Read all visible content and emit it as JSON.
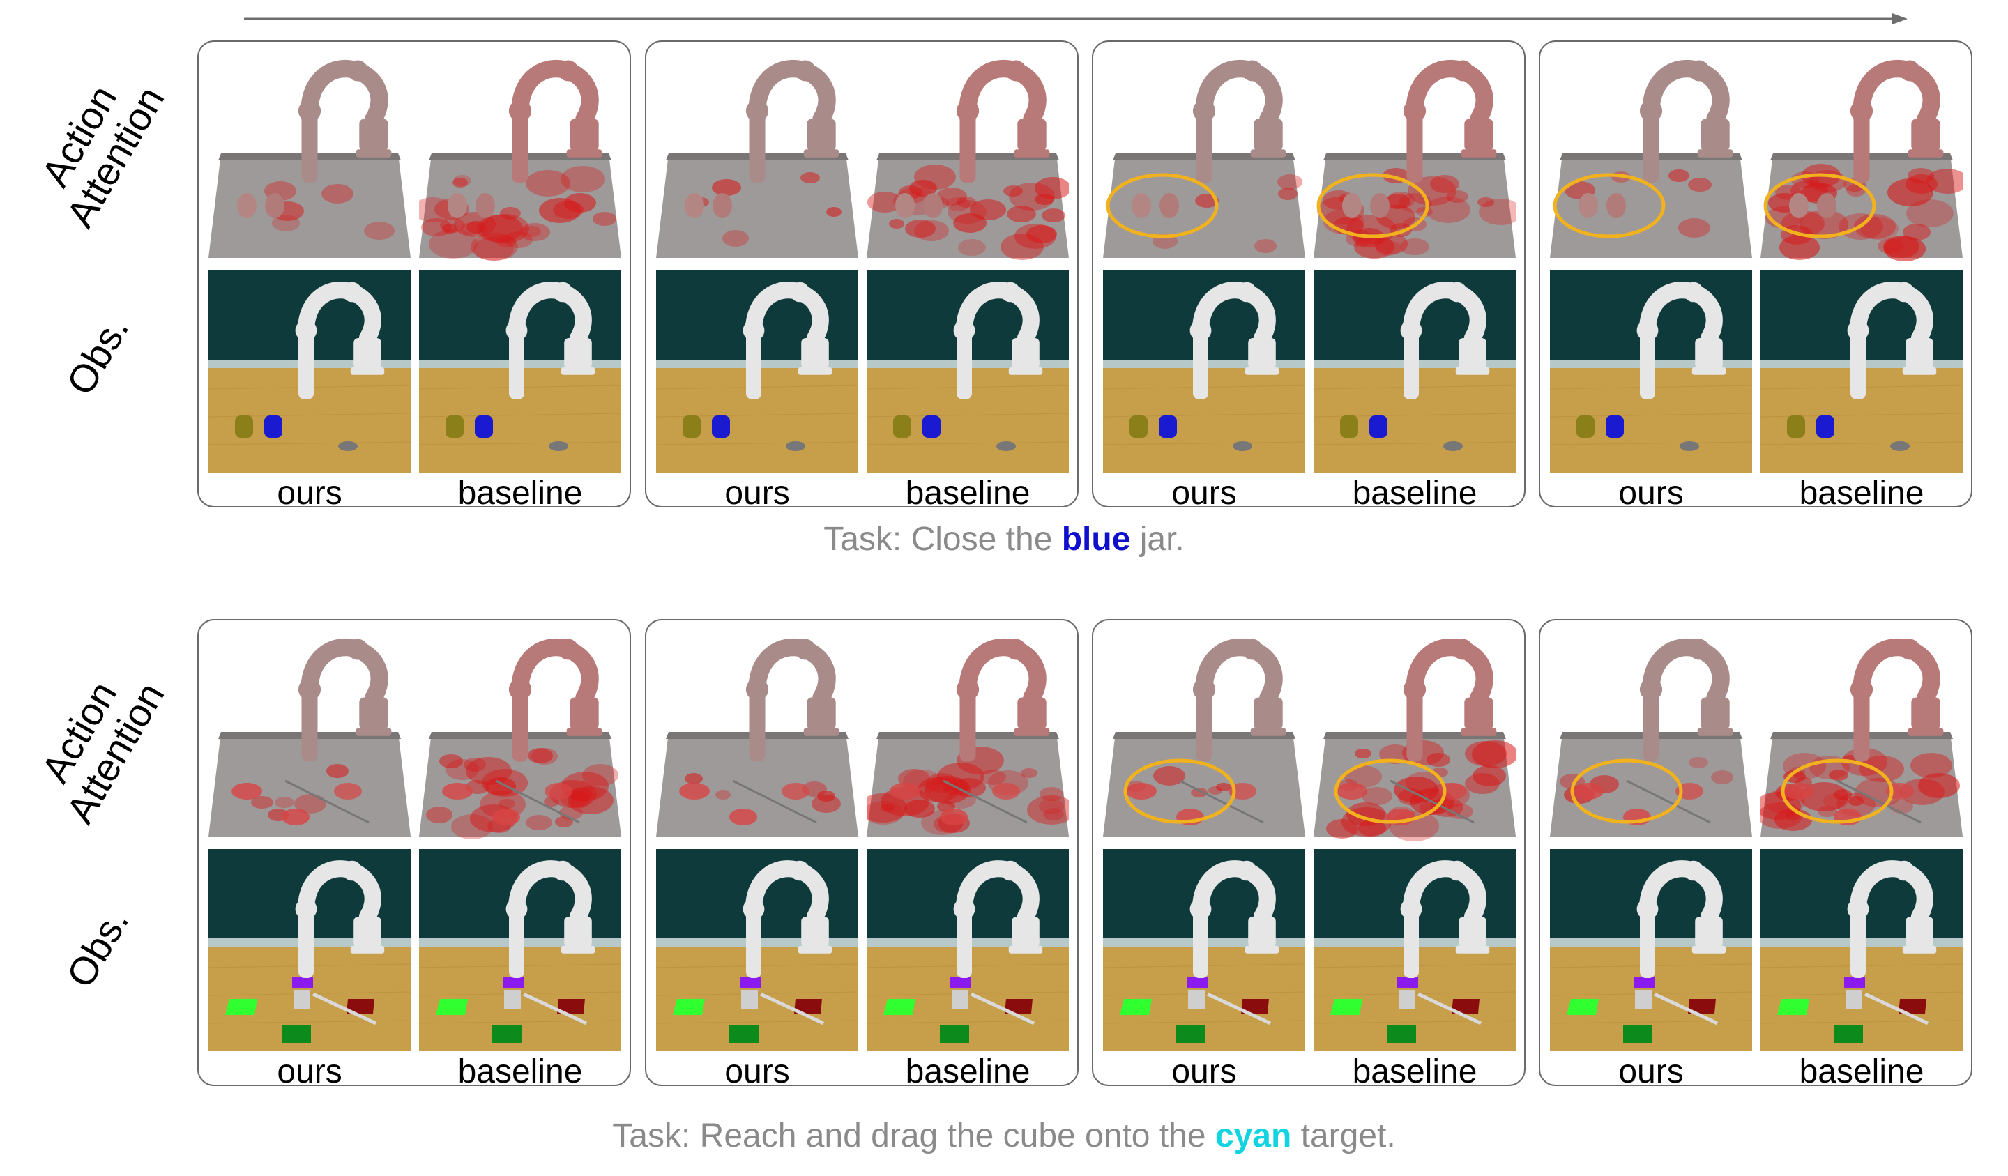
{
  "row_labels": {
    "attention": "Action\nAttention",
    "observation": "Obs."
  },
  "method_labels": {
    "ours": "ours",
    "baseline": "baseline"
  },
  "tasks": [
    {
      "prefix": "Task: Close the ",
      "highlight": "blue",
      "suffix": " jar.",
      "highlight_color": "#1010cc"
    },
    {
      "prefix": "Task: Reach and drag the cube onto the ",
      "highlight": "cyan",
      "suffix": " target.",
      "highlight_color": "#12d4e0"
    }
  ],
  "colors": {
    "panel_border": "#6a6a6a",
    "caption_text": "#8a8a8a",
    "attention_highlight_circle": "#f2b21e",
    "attention_heat": "#d81818",
    "table_wood": "#c9a04a",
    "background_wall": "#0e3b3c"
  },
  "icons": {
    "timeline": "right-arrow-icon",
    "focus_marker": "ellipse-highlight-icon"
  }
}
